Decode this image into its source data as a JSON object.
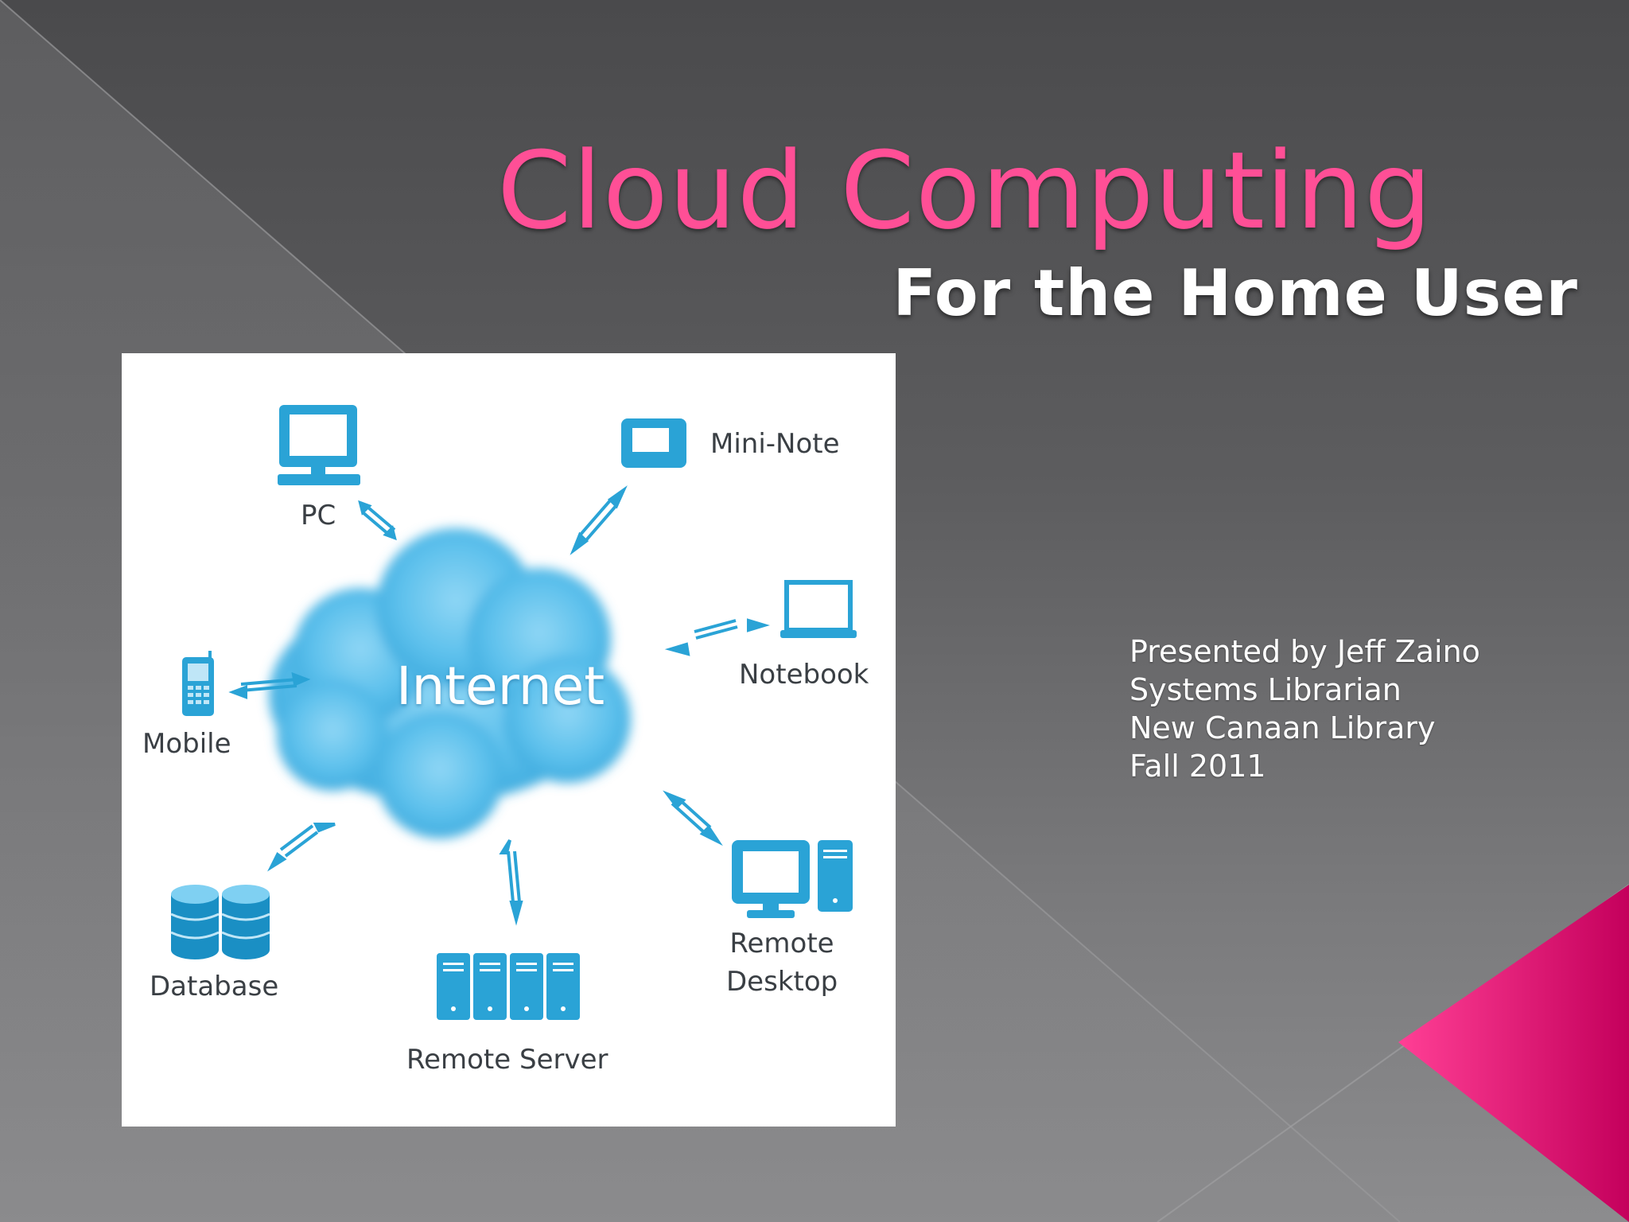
{
  "slide": {
    "title": "Cloud Computing",
    "subtitle": "For the Home User",
    "presenter_lines": [
      "Presented by Jeff Zaino",
      "Systems Librarian",
      "New Canaan Library",
      "Fall 2011"
    ]
  },
  "diagram": {
    "center_label": "Internet",
    "nodes": [
      {
        "label": "PC",
        "icon": "desktop-pc-icon"
      },
      {
        "label": "Mini-Note",
        "icon": "mini-laptop-icon"
      },
      {
        "label": "Notebook",
        "icon": "laptop-icon"
      },
      {
        "label": "Mobile",
        "icon": "mobile-phone-icon"
      },
      {
        "label": "Database",
        "icon": "database-icon"
      },
      {
        "label": "Remote Server",
        "icon": "server-rack-icon"
      },
      {
        "label": "Remote Desktop",
        "icon": "remote-desktop-icon"
      }
    ]
  },
  "colors": {
    "title": "#ff4f96",
    "accent": "#e6006e",
    "icon": "#2aa3d6",
    "cloud": "#5cc0ec"
  }
}
